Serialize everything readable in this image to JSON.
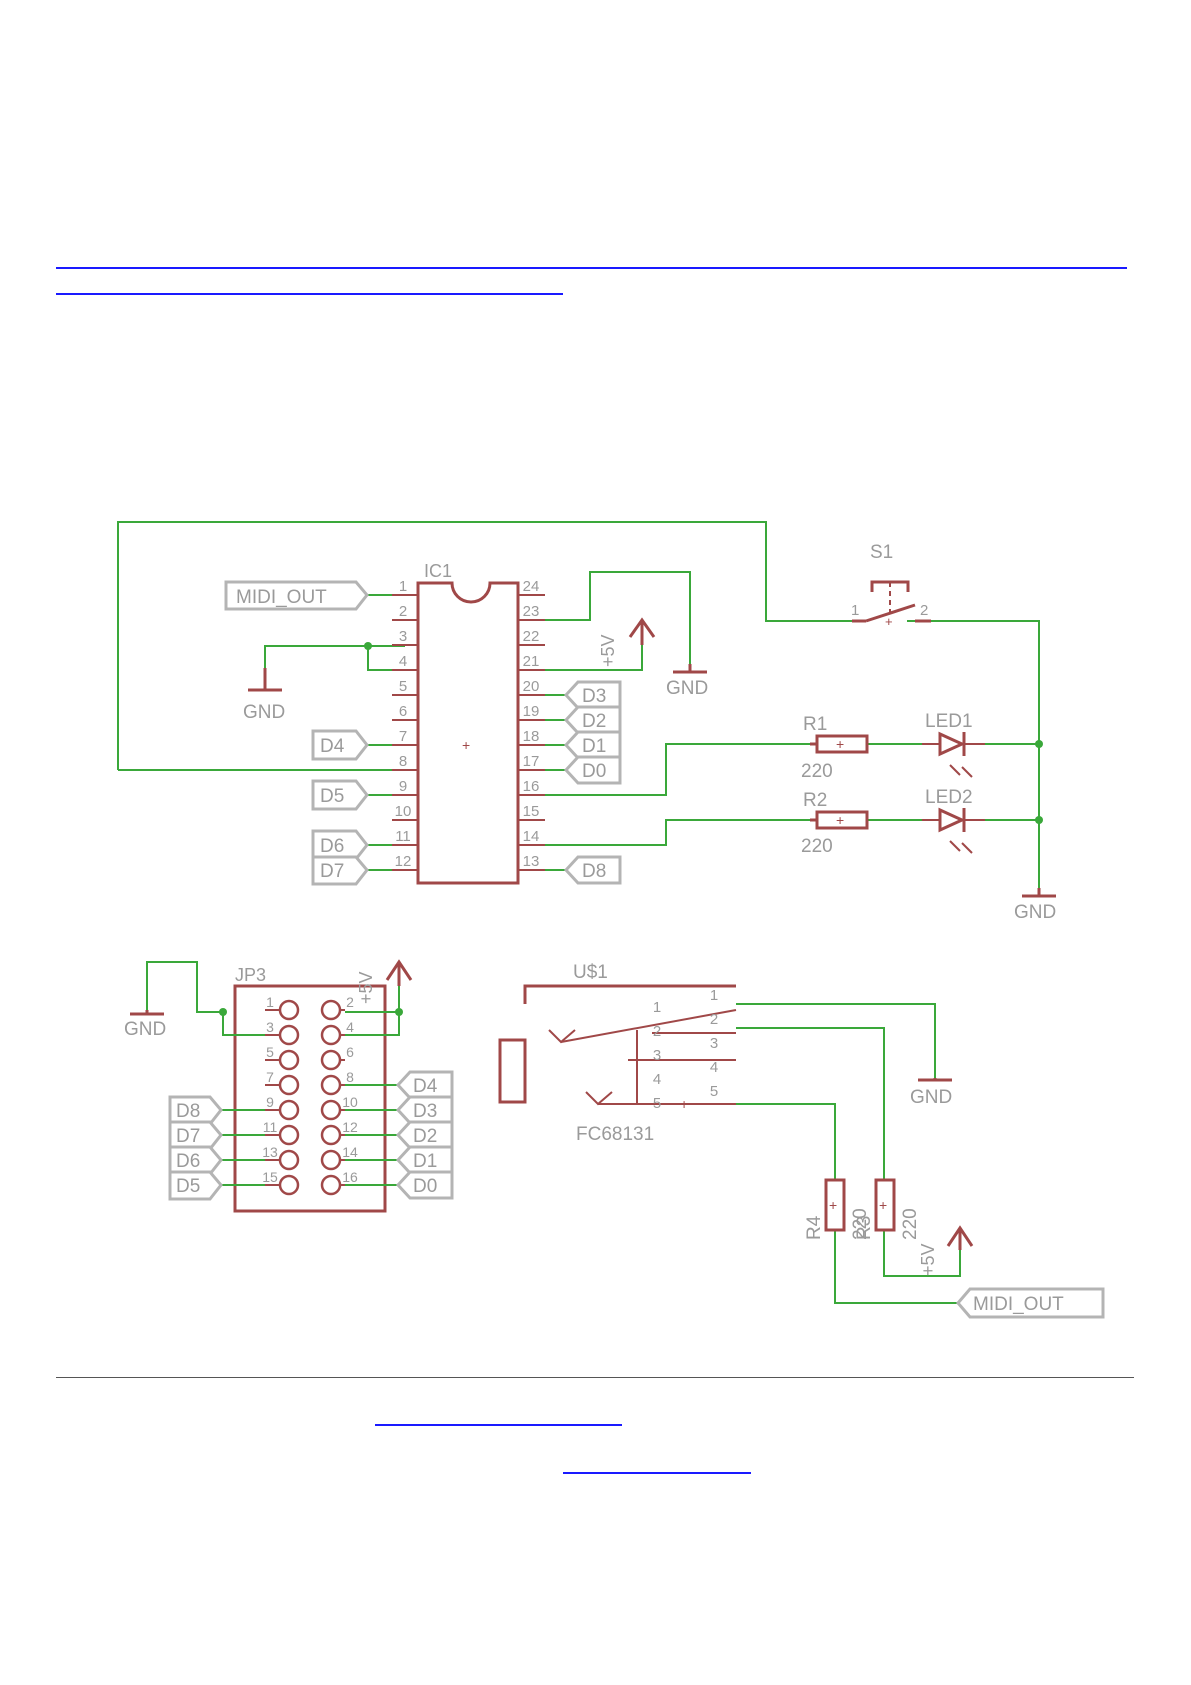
{
  "schematic": {
    "ic1": {
      "name": "IC1",
      "pins_left": [
        "1",
        "2",
        "3",
        "4",
        "5",
        "6",
        "7",
        "8",
        "9",
        "10",
        "11",
        "12"
      ],
      "pins_right": [
        "24",
        "23",
        "22",
        "21",
        "20",
        "19",
        "18",
        "17",
        "16",
        "15",
        "14",
        "13"
      ]
    },
    "s1": {
      "name": "S1",
      "pin1": "1",
      "pin2": "2"
    },
    "r1": {
      "name": "R1",
      "value": "220"
    },
    "r2": {
      "name": "R2",
      "value": "220"
    },
    "r3": {
      "name": "R3",
      "value": "220"
    },
    "r4": {
      "name": "R4",
      "value": "220"
    },
    "led1": {
      "name": "LED1"
    },
    "led2": {
      "name": "LED2"
    },
    "jp3": {
      "name": "JP3",
      "pins_left": [
        "1",
        "3",
        "5",
        "7",
        "9",
        "11",
        "13",
        "15"
      ],
      "pins_right": [
        "2",
        "4",
        "6",
        "8",
        "10",
        "12",
        "14",
        "16"
      ]
    },
    "u1": {
      "name": "U$1",
      "part": "FC68131",
      "pins_inner": [
        "1",
        "2",
        "3",
        "4",
        "5"
      ],
      "pins_outer": [
        "1",
        "2",
        "3",
        "4",
        "5"
      ]
    },
    "labels": {
      "midi_out": "MIDI_OUT",
      "gnd": "GND",
      "plus5v": "+5V",
      "d0": "D0",
      "d1": "D1",
      "d2": "D2",
      "d3": "D3",
      "d4": "D4",
      "d5": "D5",
      "d6": "D6",
      "d7": "D7",
      "d8": "D8"
    }
  }
}
